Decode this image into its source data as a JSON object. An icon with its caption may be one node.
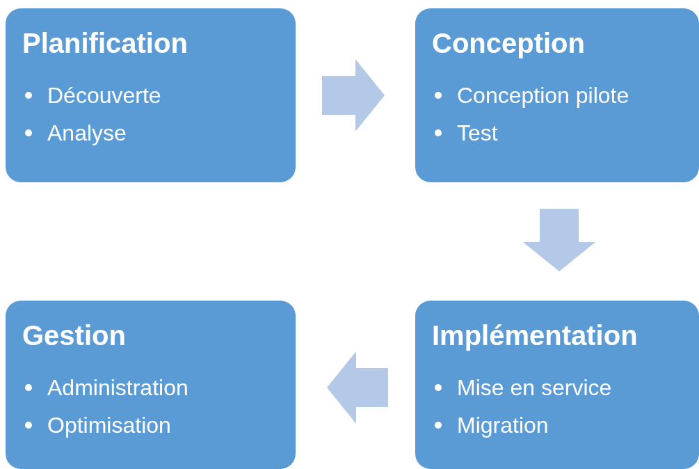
{
  "diagram": {
    "nodes": [
      {
        "text": [
          "Planification",
          "Découverte",
          "Analyse"
        ]
      },
      {
        "text": [
          "Conception",
          "Conception pilote",
          "Test"
        ]
      },
      {
        "text": [
          "Gestion",
          "Administration",
          "Optimisation"
        ]
      },
      {
        "text": [
          "Implémentation",
          "Mise en service",
          "Migration"
        ]
      }
    ],
    "edges": [
      {
        "from": 0,
        "to": 1,
        "arrow": "to"
      },
      {
        "from": 1,
        "to": 3,
        "arrow": "to"
      },
      {
        "from": 3,
        "to": 2,
        "arrow": "to"
      }
    ]
  }
}
